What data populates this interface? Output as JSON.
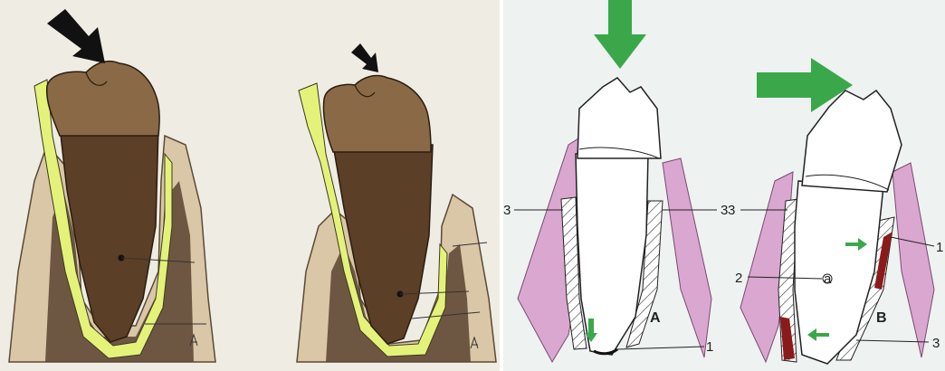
{
  "left_panel": {
    "figures": [
      {
        "id": "tooth-1",
        "force_arrow": "black-arrow"
      },
      {
        "id": "tooth-2",
        "force_arrow": "black-arrow"
      }
    ]
  },
  "right_panel": {
    "figure_a": {
      "letter": "A",
      "callouts": {
        "left": "3",
        "right": "3",
        "bottom": "1"
      }
    },
    "figure_b": {
      "letter": "B",
      "callouts": {
        "top_left": "3",
        "right_top": "1",
        "middle_number": "2",
        "middle_letter": "a",
        "bottom_right": "3"
      }
    }
  },
  "colors": {
    "enamel_arrow_green": "#3aa84a",
    "gingiva_pink": "#d9a7cf",
    "ligament_yellow": "#e4f27a",
    "tooth_brown": "#5b3f26"
  }
}
